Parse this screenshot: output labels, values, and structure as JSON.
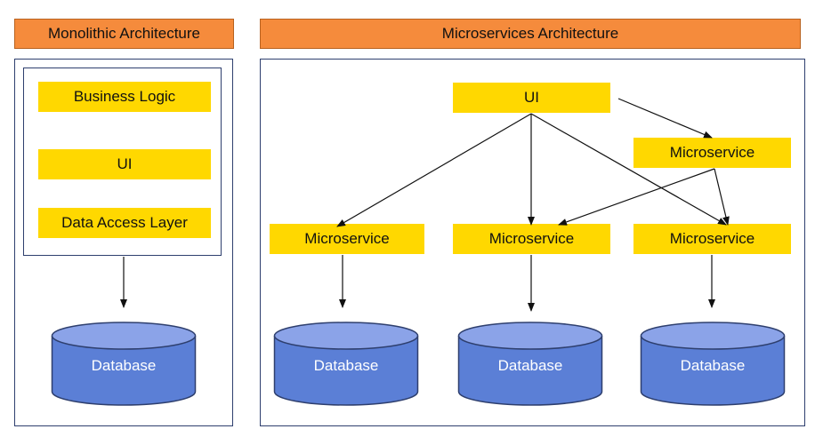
{
  "monolithic": {
    "header": "Monolithic Architecture",
    "layers": [
      "Business Logic",
      "UI",
      "Data Access Layer"
    ],
    "database": "Database"
  },
  "microservices": {
    "header": "Microservices Architecture",
    "ui": "UI",
    "service_label": "Microservice",
    "database_label": "Database"
  },
  "colors": {
    "header_fill": "#f58b3c",
    "component_fill": "#ffd800",
    "database_fill": "#5b7fd6",
    "border": "#2e3f6e"
  }
}
